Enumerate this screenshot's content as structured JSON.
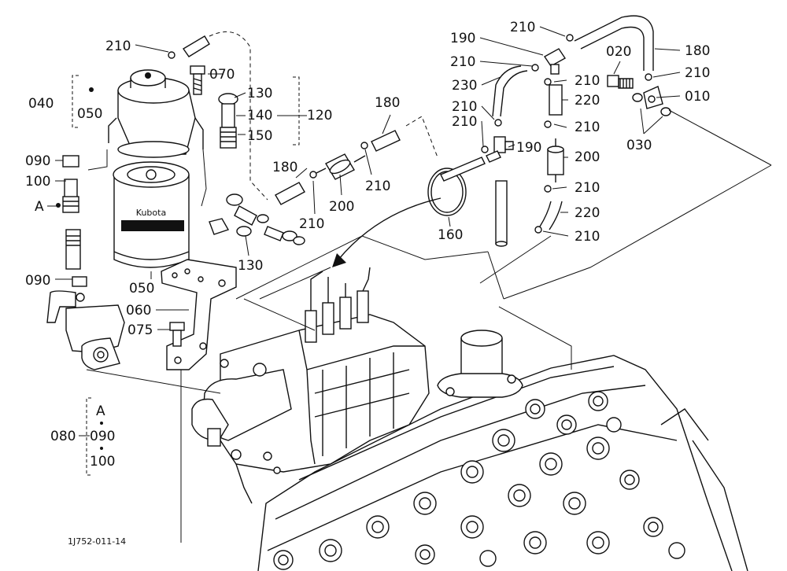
{
  "diagram": {
    "caption": "1J752-011-14",
    "callouts": [
      {
        "id": "c-210-a",
        "text": "210"
      },
      {
        "id": "c-070",
        "text": "070"
      },
      {
        "id": "c-040",
        "text": "040"
      },
      {
        "id": "c-050-a",
        "text": "050"
      },
      {
        "id": "c-130-a",
        "text": "130"
      },
      {
        "id": "c-140",
        "text": "140"
      },
      {
        "id": "c-120",
        "text": "120"
      },
      {
        "id": "c-150",
        "text": "150"
      },
      {
        "id": "c-090-a",
        "text": "090"
      },
      {
        "id": "c-100-a",
        "text": "100"
      },
      {
        "id": "c-A-a",
        "text": "A"
      },
      {
        "id": "c-090-b",
        "text": "090"
      },
      {
        "id": "c-050-b",
        "text": "050"
      },
      {
        "id": "c-060",
        "text": "060"
      },
      {
        "id": "c-075",
        "text": "075"
      },
      {
        "id": "c-130-b",
        "text": "130"
      },
      {
        "id": "c-180-a",
        "text": "180"
      },
      {
        "id": "c-180-b",
        "text": "180"
      },
      {
        "id": "c-210-b",
        "text": "210"
      },
      {
        "id": "c-200-a",
        "text": "200"
      },
      {
        "id": "c-210-c",
        "text": "210"
      },
      {
        "id": "c-160",
        "text": "160"
      },
      {
        "id": "c-210-d",
        "text": "210"
      },
      {
        "id": "c-190-a",
        "text": "190"
      },
      {
        "id": "c-210-e",
        "text": "210"
      },
      {
        "id": "c-230",
        "text": "230"
      },
      {
        "id": "c-210-f",
        "text": "210"
      },
      {
        "id": "c-210-g",
        "text": "210"
      },
      {
        "id": "c-190-b",
        "text": "190"
      },
      {
        "id": "c-210-h",
        "text": "210"
      },
      {
        "id": "c-220-a",
        "text": "220"
      },
      {
        "id": "c-210-i",
        "text": "210"
      },
      {
        "id": "c-200-b",
        "text": "200"
      },
      {
        "id": "c-210-j",
        "text": "210"
      },
      {
        "id": "c-220-b",
        "text": "220"
      },
      {
        "id": "c-210-k",
        "text": "210"
      },
      {
        "id": "c-020",
        "text": "020"
      },
      {
        "id": "c-180-c",
        "text": "180"
      },
      {
        "id": "c-210-l",
        "text": "210"
      },
      {
        "id": "c-010",
        "text": "010"
      },
      {
        "id": "c-030",
        "text": "030"
      },
      {
        "id": "c-080",
        "text": "080"
      },
      {
        "id": "c-A-b",
        "text": "A"
      },
      {
        "id": "c-090-c",
        "text": "090"
      },
      {
        "id": "c-100-b",
        "text": "100"
      },
      {
        "id": "c-filter-brand",
        "text": "Kubota"
      }
    ]
  }
}
